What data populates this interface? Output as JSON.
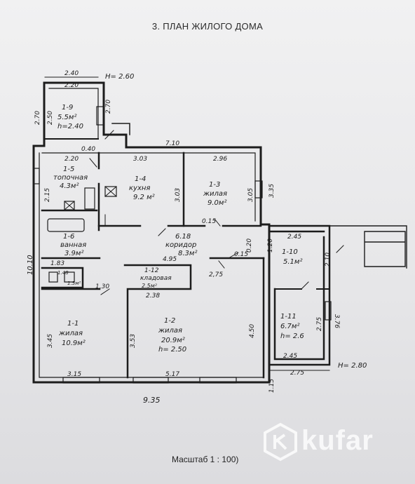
{
  "title": "3. ПЛАН ЖИЛОГО ДОМА",
  "scale_text": "Масштаб 1 : 100)",
  "watermark": "kufar",
  "ceiling_marks": {
    "top": "Н= 2.60",
    "right": "Н= 2.80"
  },
  "rooms": {
    "r19": {
      "id": "1-9",
      "area": "5.5м²",
      "height": "h=2.40"
    },
    "r15": {
      "id": "1-5",
      "name": "топочная",
      "area": "4.3м²"
    },
    "r14": {
      "id": "1-4",
      "name": "кухня",
      "area": "9.2 м²"
    },
    "r13": {
      "id": "1-3",
      "name": "жилая",
      "area": "9.0м²"
    },
    "r16": {
      "id": "1-6",
      "name": "ванная",
      "area": "3.9м²"
    },
    "r18": {
      "id": "1-8",
      "area": "1.5м²"
    },
    "r17": {
      "id": "6.18",
      "name": "коридор",
      "area": "8.3м²"
    },
    "r110": {
      "id": "1-10",
      "area": "5.1м²"
    },
    "r112": {
      "id": "1-12",
      "name": "кладовая",
      "area": "2.5м²"
    },
    "r11": {
      "id": "1-1",
      "name": "жилая",
      "area": "10.9м²"
    },
    "r12": {
      "id": "1-2",
      "name": "жилая",
      "area": "20.9м²",
      "height": "h= 2.50"
    },
    "r111": {
      "id": "1-11",
      "area": "6.7м²",
      "height": "h= 2.6"
    }
  },
  "dims": {
    "d240": "2.40",
    "d220a": "2.20",
    "d270l": "2.70",
    "d250": "2.50",
    "d270r": "2.70",
    "d040": "0.40",
    "d220b": "2.20",
    "d303": "3.03",
    "d710": "7.10",
    "d296": "2.96",
    "d215": "2.15",
    "d303v": "3.03",
    "d305": "3.05",
    "d335": "3.35",
    "d015a": "0.15",
    "d245a": "2.45",
    "d020": "0.20",
    "d120": "1.20",
    "d210": "2.10",
    "d015b": "0.15",
    "d1010": "10.10",
    "d183": "1.83",
    "d495": "4.95",
    "d275a": "2,75",
    "d148": "1.48",
    "d130": "1.30",
    "d238": "2.38",
    "d376": "3.76",
    "d345": "3.45",
    "d353": "3.53",
    "d450": "4.50",
    "d275b": "2.75",
    "d245b": "2.45",
    "d315": "3.15",
    "d517": "5.17",
    "d115": "1.15",
    "d275c": "2.75",
    "d935": "9.35"
  }
}
